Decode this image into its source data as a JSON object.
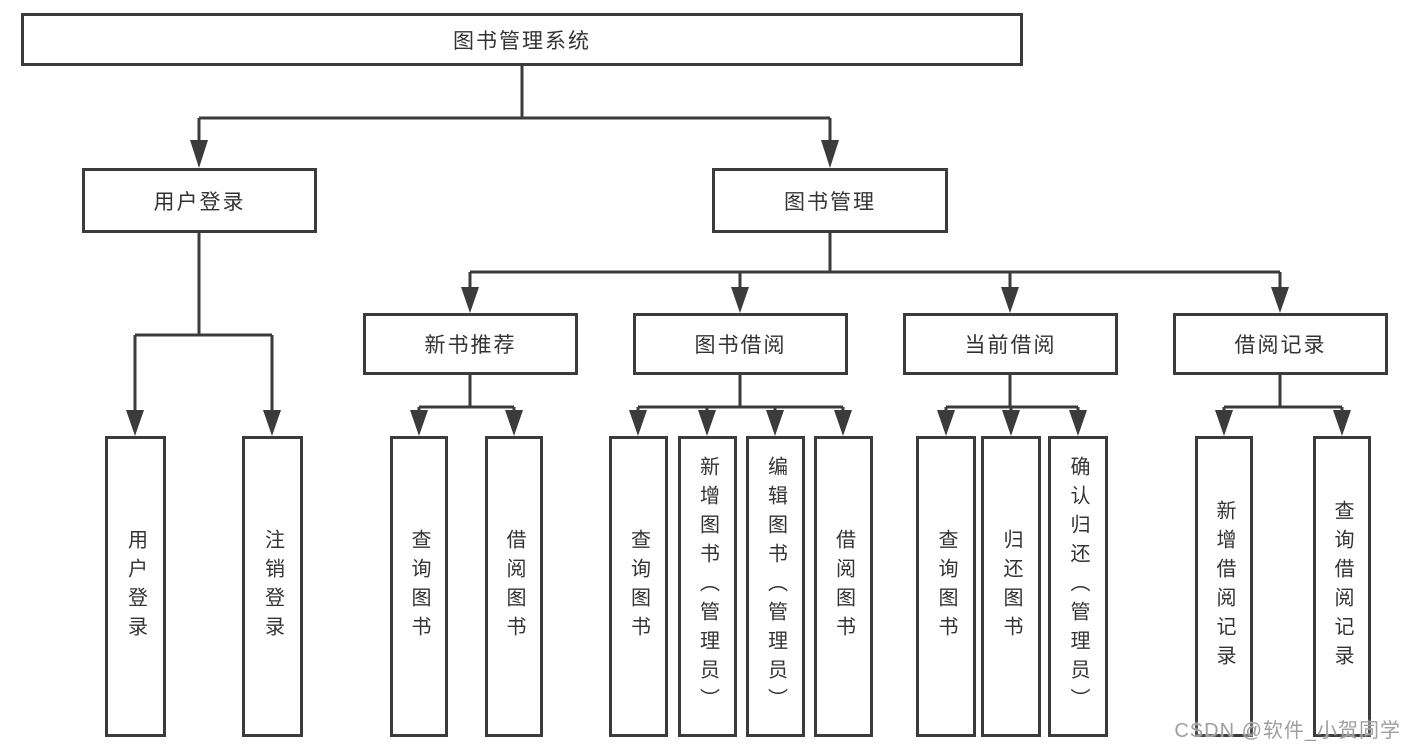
{
  "tree": {
    "label": "图书管理系统",
    "children": [
      {
        "label": "用户登录",
        "children": [
          {
            "label": "用户登录"
          },
          {
            "label": "注销登录"
          }
        ]
      },
      {
        "label": "图书管理",
        "children": [
          {
            "label": "新书推荐",
            "children": [
              {
                "label": "查询图书"
              },
              {
                "label": "借阅图书"
              }
            ]
          },
          {
            "label": "图书借阅",
            "children": [
              {
                "label": "查询图书"
              },
              {
                "label": "新增图书（管理员）"
              },
              {
                "label": "编辑图书（管理员）"
              },
              {
                "label": "借阅图书"
              }
            ]
          },
          {
            "label": "当前借阅",
            "children": [
              {
                "label": "查询图书"
              },
              {
                "label": "归还图书"
              },
              {
                "label": "确认归还（管理员）"
              }
            ]
          },
          {
            "label": "借阅记录",
            "children": [
              {
                "label": "新增借阅记录"
              },
              {
                "label": "查询借阅记录"
              }
            ]
          }
        ]
      }
    ]
  },
  "watermark": {
    "text": "CSDN @软件_小贺同学"
  },
  "colors": {
    "line": "#3b3b3b",
    "box_border": "#3b3b3b",
    "box_background": "#ffffff",
    "text": "#333333",
    "watermark_text": "#9f9f9f",
    "page_background": "#ffffff"
  }
}
